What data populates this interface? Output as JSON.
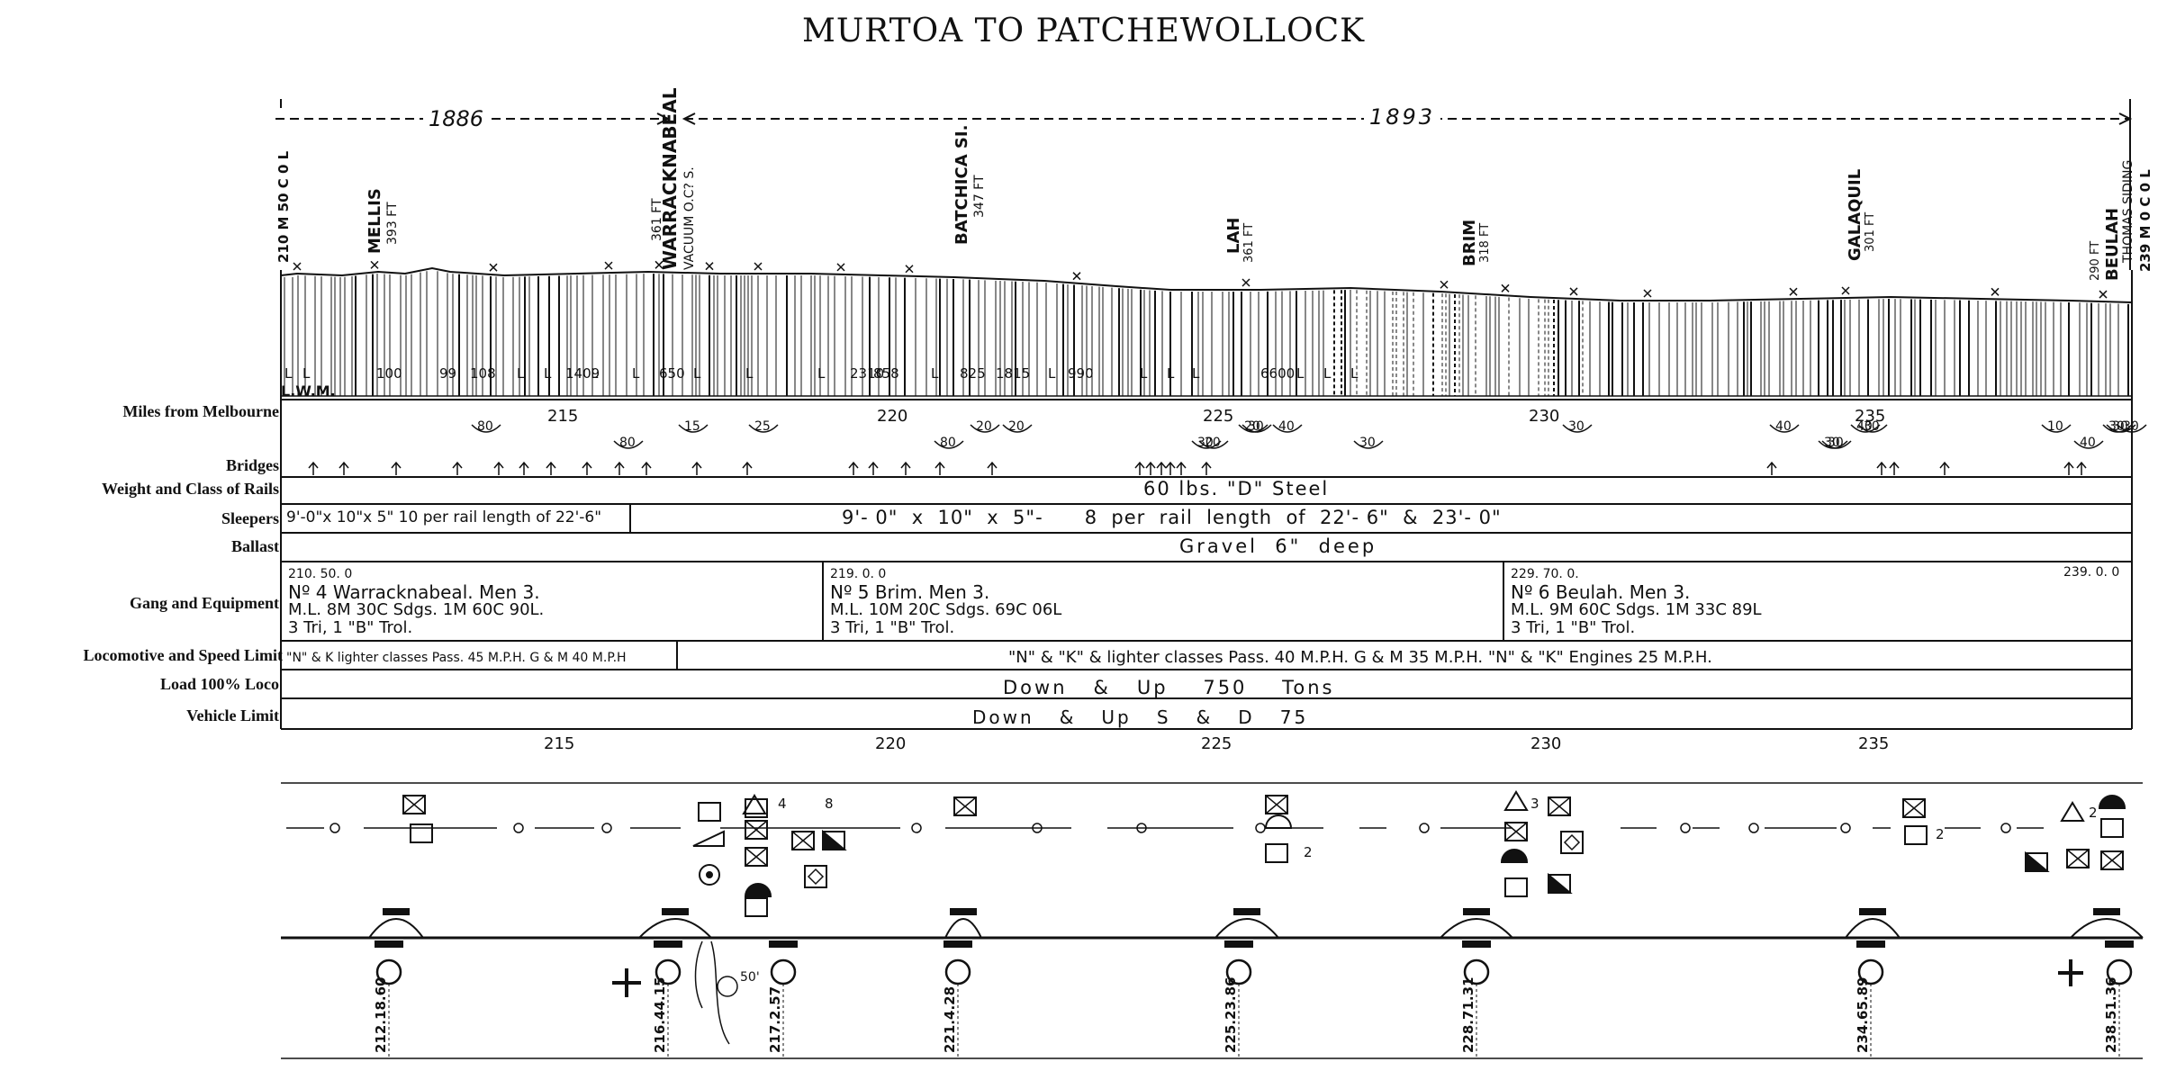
{
  "title": "MURTOA TO PATCHEWOLLOCK",
  "periods": [
    {
      "year": "1886"
    },
    {
      "year": "1893"
    }
  ],
  "stations": [
    {
      "name": "MELLIS",
      "height": "393 FT"
    },
    {
      "name": "WARRACKNABEAL",
      "height": "361 FT",
      "note": "VACUUM O.C? S."
    },
    {
      "name": "BATCHICA SI.",
      "height": "347 FT"
    },
    {
      "name": "LAH",
      "height": "361 FT"
    },
    {
      "name": "BRIM",
      "height": "318 FT"
    },
    {
      "name": "GALAQUIL",
      "height": "301 FT"
    },
    {
      "name": "BEULAH",
      "height": "290 FT"
    },
    {
      "name": "THOMAS SIDING"
    }
  ],
  "start_mileage": "210 M 50 C 0 L",
  "end_mileage": "239 M 0 C 0 L",
  "lwm": "L.W.M.",
  "row_labels": {
    "miles": "Miles from Melbourne",
    "bridges": "Bridges",
    "rails": "Weight and Class of Rails",
    "sleepers": "Sleepers",
    "ballast": "Ballast",
    "gang": "Gang and Equipment",
    "loco": "Locomotive and Speed Limit",
    "load": "Load 100% Loco",
    "vehicle": "Vehicle Limit"
  },
  "mile_marks": [
    "215",
    "220",
    "225",
    "230",
    "235"
  ],
  "speed_restrictions": [
    "80",
    "80",
    "15",
    "25",
    "80",
    "20",
    "20",
    "20",
    "20",
    "40",
    "30",
    "30",
    "40",
    "30",
    "30",
    "10",
    "40",
    "30",
    "30",
    "30",
    "40",
    "30",
    "30",
    "30"
  ],
  "profile_labels": [
    "L",
    "L",
    "100",
    "99",
    "108",
    "L",
    "L",
    "1409",
    "L",
    "L",
    "650",
    "L",
    "L",
    "L",
    "2310",
    "858",
    "L",
    "825",
    "1815",
    "L",
    "990",
    "L",
    "L",
    "L",
    "6600",
    "L",
    "L",
    "L"
  ],
  "rails_text": "60 lbs. \"D\" Steel",
  "sleepers": {
    "first": "9'-0\"x 10\"x 5\" 10 per rail length of 22'-6\"",
    "second": "9'- 0\"  x  10\"  x  5\"-      8  per  rail  length  of  22'- 6\"  &  23'- 0\""
  },
  "ballast_text": "Gravel  6\"  deep",
  "gangs": [
    {
      "start": "210. 50. 0",
      "line1": "Nº 4  Warracknabeal. Men 3.",
      "line2": "M.L. 8M 30C Sdgs. 1M 60C 90L.",
      "line3": "3 Tri, 1 \"B\" Trol."
    },
    {
      "start": "219. 0. 0",
      "line1": "Nº 5  Brim.  Men 3.",
      "line2": "M.L. 10M 20C Sdgs. 69C 06L",
      "line3": "3 Tri, 1 \"B\" Trol."
    },
    {
      "start": "229. 70. 0.",
      "line1": "Nº 6  Beulah. Men 3.",
      "line2": "M.L. 9M 60C Sdgs. 1M 33C 89L",
      "line3": "3 Tri, 1 \"B\" Trol."
    }
  ],
  "gang_end": "239. 0. 0",
  "loco": {
    "first": "\"N\" & K lighter classes  Pass. 45 M.P.H. G & M 40 M.P.H",
    "second": "\"N\" & \"K\"  &  lighter  classes   Pass. 40 M.P.H. G & M 35 M.P.H. \"N\" & \"K\" Engines 25 M.P.H."
  },
  "load_text": "Down   &   Up    750    Tons",
  "vehicle_text": "Down   &   Up   S   &   D   75",
  "station_mileages": [
    "212.18.60",
    "216.44.15",
    "217.2.57",
    "221.4.28",
    "225.23.86",
    "228.71.31",
    "234.65.89",
    "238.51.36"
  ],
  "signal_counts": [
    "4",
    "8",
    "2",
    "3",
    "2",
    "2"
  ],
  "signal_note": "50'",
  "colors": {
    "ink": "#111111",
    "paper": "#ffffff"
  }
}
